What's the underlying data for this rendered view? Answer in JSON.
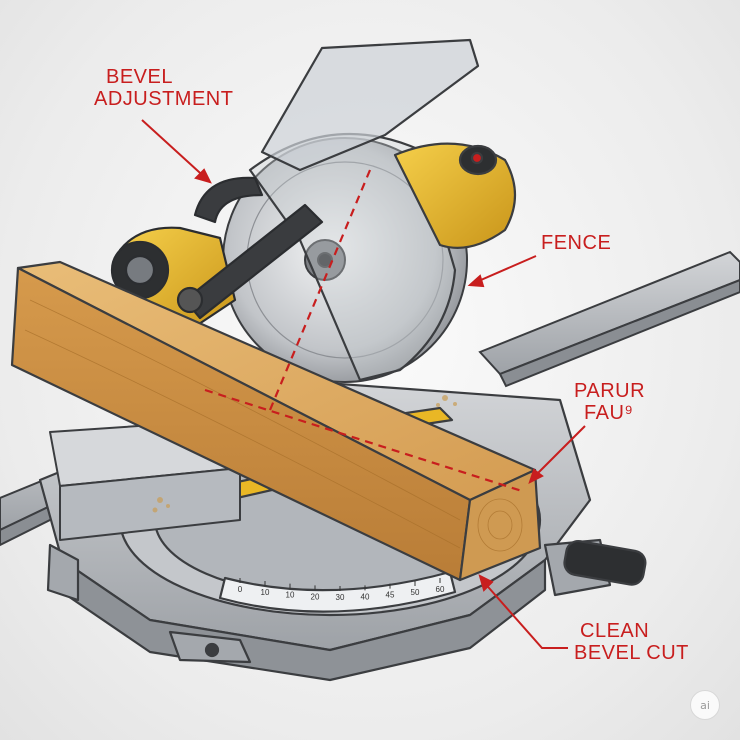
{
  "colors": {
    "annotation_red": "#c81e1e",
    "saw_yellow": "#e9b725",
    "metal_gray": "#a9adb2",
    "dark_gray": "#3b3d40",
    "wood": "#d9a45a"
  },
  "labels": {
    "bevel_adjustment": [
      "BEVEL",
      "ADJUSTMENT"
    ],
    "fence": "FENCE",
    "parur_fau": [
      "PARUR",
      "FAU⁹"
    ],
    "clean_bevel_cut": [
      "CLEAN",
      "BEVEL CUT"
    ]
  },
  "scale_ticks": [
    "0",
    "10",
    "10",
    "20",
    "30",
    "40",
    "45",
    "50",
    "60"
  ],
  "watermark": "ai"
}
